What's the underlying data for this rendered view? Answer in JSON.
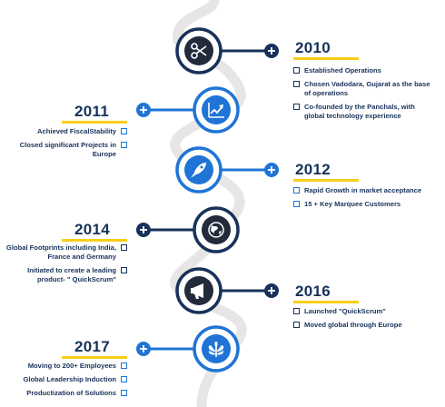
{
  "colors": {
    "navy": "#17325a",
    "blue": "#1f74d6",
    "yellow": "#f7cf1b",
    "road": "#e7e5e5",
    "dark_icon": "#222b3a"
  },
  "milestones": [
    {
      "year": "2010",
      "icon": "scissors-icon",
      "side": "right",
      "color": "navy",
      "items": [
        "Established Operations",
        "Chosen Vadodara, Gujarat as the base of operations",
        "Co-founded by the Panchals, with global technology experience"
      ]
    },
    {
      "year": "2011",
      "icon": "growth-chart-icon",
      "side": "left",
      "color": "blue",
      "items": [
        "Achieved FiscalStability",
        "Closed significant Projects in Europe"
      ]
    },
    {
      "year": "2012",
      "icon": "rocket-icon",
      "side": "right",
      "color": "blue",
      "items": [
        "Rapid Growth in market acceptance",
        "15 + Key Marquee Customers"
      ]
    },
    {
      "year": "2014",
      "icon": "globe-icon",
      "side": "left",
      "color": "navy",
      "items": [
        "Global Footprints including India, France and Germany",
        "Initiated to create a leading product- \" QuickScrum\""
      ]
    },
    {
      "year": "2016",
      "icon": "megaphone-icon",
      "side": "right",
      "color": "navy",
      "items": [
        "Launched \"QuickScrum\"",
        "Moved global through Europe"
      ]
    },
    {
      "year": "2017",
      "icon": "leaf-icon",
      "side": "left",
      "color": "blue",
      "items": [
        "Moving to 200+ Employees",
        "Global Leadership Induction",
        "Productization of Solutions"
      ]
    }
  ]
}
